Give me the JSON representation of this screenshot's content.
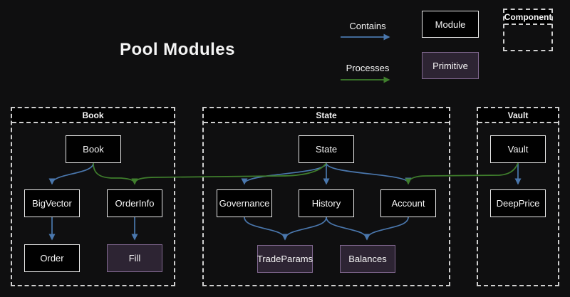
{
  "title": "Pool Modules",
  "colors": {
    "background": "#0f0f10",
    "text": "#f5f5f5",
    "module_fill": "#010101",
    "module_border": "#e8e8e8",
    "primitive_fill": "#2d2433",
    "primitive_border": "#80678f",
    "contains_arrow": "#4a77ad",
    "processes_arrow": "#3f7e2c",
    "container_dash": "#cfcfcf"
  },
  "legend": {
    "contains": "Contains",
    "processes": "Processes",
    "module": "Module",
    "primitive": "Primitive",
    "component": "Component"
  },
  "containers": {
    "book": {
      "title": "Book"
    },
    "state": {
      "title": "State"
    },
    "vault": {
      "title": "Vault"
    }
  },
  "nodes": {
    "book": {
      "label": "Book",
      "type": "module"
    },
    "bigvector": {
      "label": "BigVector",
      "type": "module"
    },
    "orderinfo": {
      "label": "OrderInfo",
      "type": "module"
    },
    "order": {
      "label": "Order",
      "type": "module"
    },
    "fill": {
      "label": "Fill",
      "type": "primitive"
    },
    "state": {
      "label": "State",
      "type": "module"
    },
    "governance": {
      "label": "Governance",
      "type": "module"
    },
    "history": {
      "label": "History",
      "type": "module"
    },
    "account": {
      "label": "Account",
      "type": "module"
    },
    "tradeparams": {
      "label": "TradeParams",
      "type": "primitive"
    },
    "balances": {
      "label": "Balances",
      "type": "primitive"
    },
    "vault": {
      "label": "Vault",
      "type": "module"
    },
    "deepprice": {
      "label": "DeepPrice",
      "type": "module"
    }
  },
  "edges": [
    {
      "from": "Book",
      "to": "BigVector",
      "type": "contains"
    },
    {
      "from": "BigVector",
      "to": "Order",
      "type": "contains"
    },
    {
      "from": "OrderInfo",
      "to": "Fill",
      "type": "contains"
    },
    {
      "from": "State",
      "to": "Governance",
      "type": "contains"
    },
    {
      "from": "State",
      "to": "History",
      "type": "contains"
    },
    {
      "from": "State",
      "to": "Account",
      "type": "contains"
    },
    {
      "from": "Governance",
      "to": "TradeParams",
      "type": "contains"
    },
    {
      "from": "History",
      "to": "TradeParams",
      "type": "contains"
    },
    {
      "from": "History",
      "to": "Balances",
      "type": "contains"
    },
    {
      "from": "Account",
      "to": "Balances",
      "type": "contains"
    },
    {
      "from": "Vault",
      "to": "DeepPrice",
      "type": "contains"
    },
    {
      "from": "Book",
      "to": "OrderInfo",
      "type": "processes"
    },
    {
      "from": "State",
      "to": "OrderInfo",
      "type": "processes"
    },
    {
      "from": "Vault",
      "to": "Account",
      "type": "processes"
    }
  ]
}
